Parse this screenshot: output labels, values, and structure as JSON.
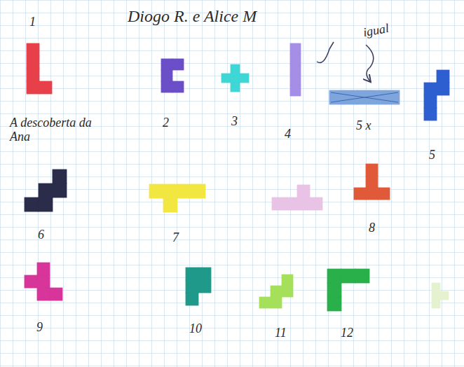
{
  "diagram": {
    "title": "Diogo R. e Alice M",
    "labels": [
      "1",
      "A descoberta da Ana",
      "2",
      "3",
      "4",
      "igual",
      "5 x",
      "5",
      "6",
      "7",
      "8",
      "9",
      "10",
      "11",
      "12"
    ]
  }
}
